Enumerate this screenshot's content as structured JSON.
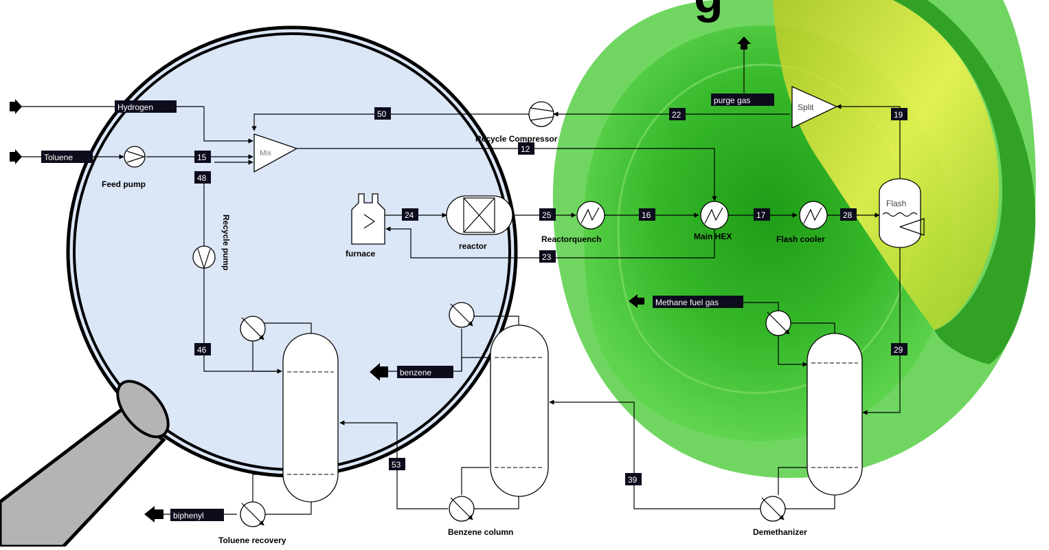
{
  "header_partial_text": "g",
  "feeds": {
    "hydrogen": "Hydrogen",
    "toluene": "Toluene"
  },
  "products": {
    "purge_gas": "purge gas",
    "methane_fuel_gas": "Methane fuel gas",
    "benzene": "benzene",
    "biphenyl": "biphenyl"
  },
  "equipment": {
    "mixer": "Mix",
    "splitter": "Split",
    "flash": "Flash",
    "feed_pump": "Feed pump",
    "recycle_pump": "Recycle pump",
    "recycle_compressor": "Recycle Compressor",
    "furnace": "furnace",
    "reactor": "reactor",
    "reactor_quench": "Reactorquench",
    "main_hex": "Main HEX",
    "flash_cooler": "Flash cooler",
    "toluene_recovery": "Toluene recovery",
    "benzene_column": "Benzene column",
    "demethanizer": "Demethanizer"
  },
  "streams": {
    "s50": "50",
    "s22": "22",
    "s19": "19",
    "s15": "15",
    "s48": "48",
    "s12": "12",
    "s24": "24",
    "s25": "25",
    "s16": "16",
    "s17": "17",
    "s28": "28",
    "s23": "23",
    "s46": "46",
    "s29": "29",
    "s53": "53",
    "s39": "39"
  },
  "colors": {
    "sphere_outer": "#4fcf3f",
    "sphere_core": "#2fae1f",
    "lens_fill": "#dbe6f6",
    "handle": "#b4b4b4",
    "tag_bg": "#0c0c1c",
    "yellow_shell": "#f1f04a"
  }
}
